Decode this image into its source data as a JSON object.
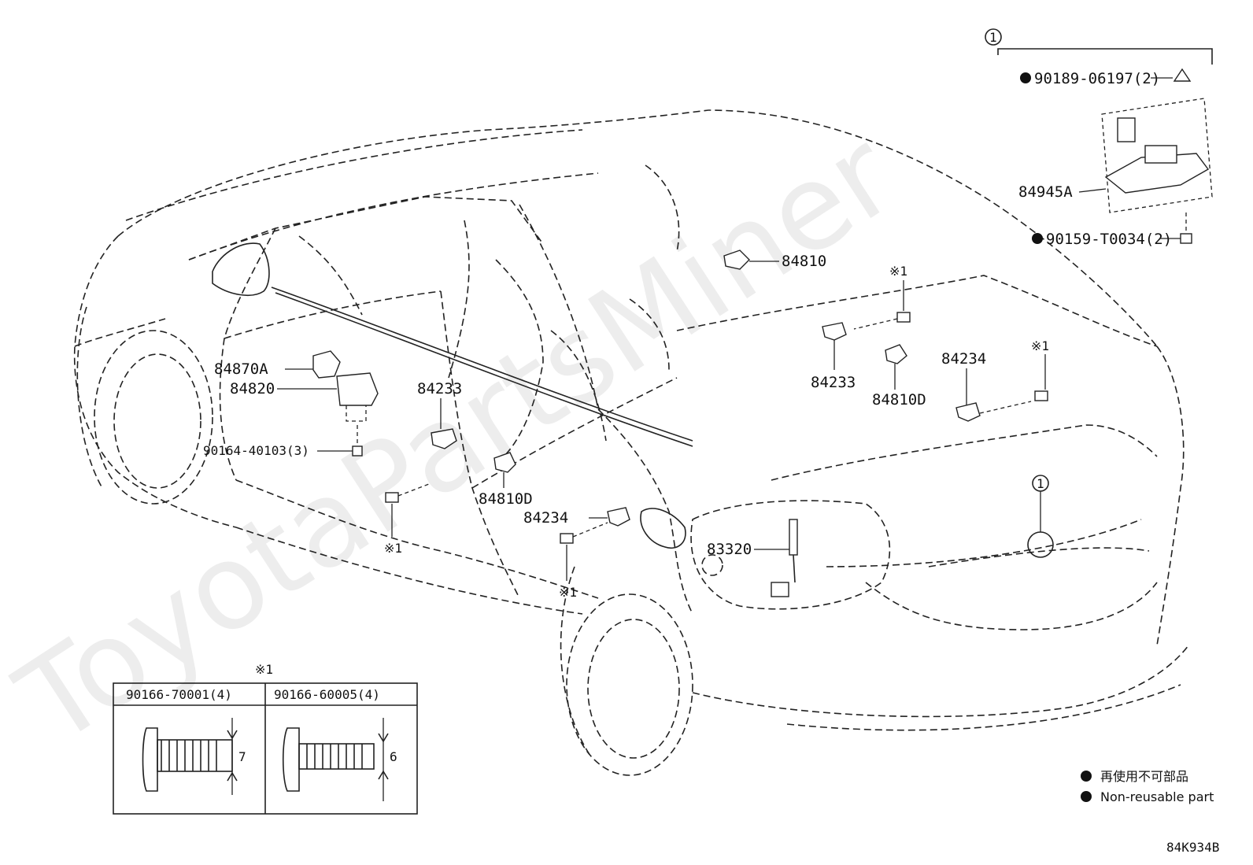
{
  "watermark": "ToyotaPartsMiner",
  "labels": {
    "p84945A": "84945A",
    "p90189": "90189-06197(2)",
    "p90159": "90159-T0034(2)",
    "p84810": "84810",
    "p84870A": "84870A",
    "p84820": "84820",
    "p90164": "90164-40103(3)",
    "p84233_front": "84233",
    "p84233_rear": "84233",
    "p84810D_front": "84810D",
    "p84810D_rear": "84810D",
    "p84234_front": "84234",
    "p84234_rear": "84234",
    "p83320": "83320"
  },
  "callouts": {
    "circle_one": "1",
    "ref_mark": "※1"
  },
  "bolt_table": {
    "header_ref": "※1",
    "col1_part": "90166-70001(4)",
    "col1_dim": "7",
    "col2_part": "90166-60005(4)",
    "col2_dim": "6"
  },
  "legend": {
    "jp": "再使用不可部品",
    "en": "Non-reusable part"
  },
  "diagram_code": "84K934B"
}
